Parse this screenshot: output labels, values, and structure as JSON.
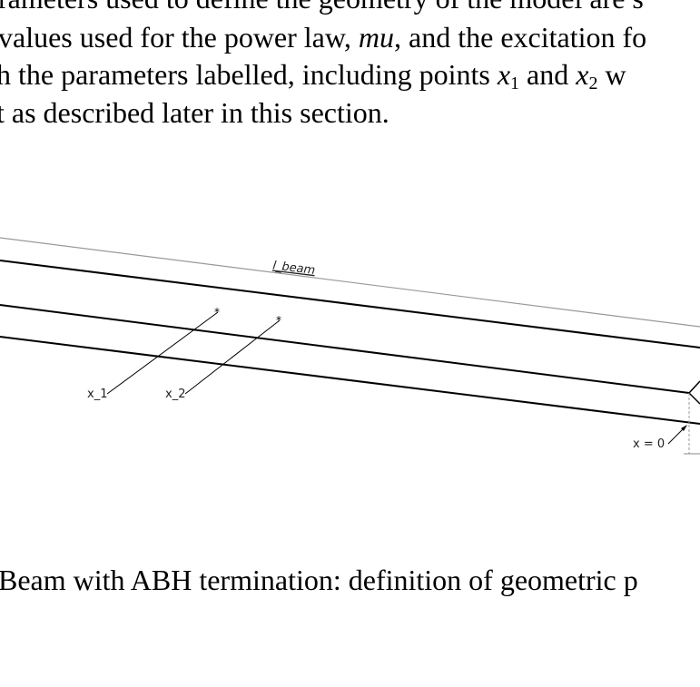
{
  "paragraph": {
    "line1": "rameters used to define the geometry of the model are s",
    "line2_a": "values used for the power law, ",
    "line2_em": "mu",
    "line2_b": ", and the excitation fo",
    "line3_a": "h the parameters labelled, including points ",
    "x1_var": "x",
    "x1_sub": "1",
    "line3_and": " and ",
    "x2_var": "x",
    "x2_sub": "2",
    "line3_b": " w",
    "line4": "t as described later in this section."
  },
  "figure": {
    "beam_length_label": "l_beam",
    "point1_label": "x_1",
    "point2_label": "x_2",
    "origin_label": "x = 0"
  },
  "caption": "Beam with ABH termination: definition of geometric p"
}
